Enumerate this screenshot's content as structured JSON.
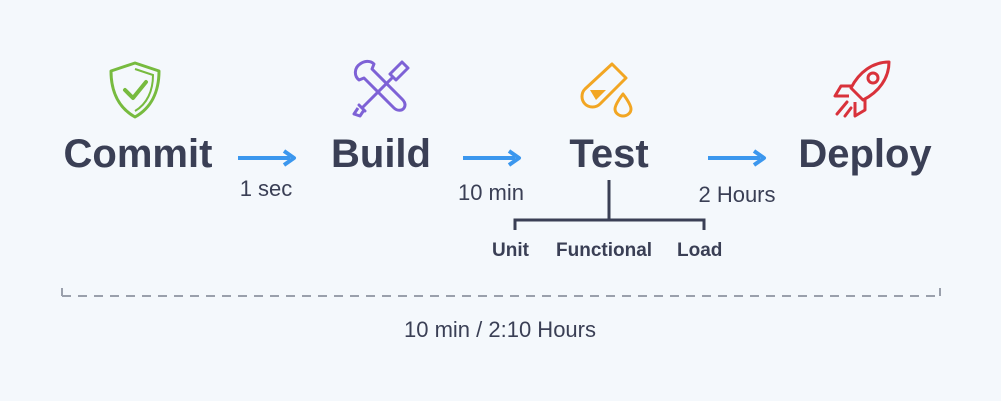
{
  "stages": [
    {
      "label": "Commit",
      "icon": "shield-check-icon",
      "color": "#77bb3f"
    },
    {
      "label": "Build",
      "icon": "tools-icon",
      "color": "#7e62d6"
    },
    {
      "label": "Test",
      "icon": "test-tube-icon",
      "color": "#f2a623"
    },
    {
      "label": "Deploy",
      "icon": "rocket-icon",
      "color": "#d9323b"
    }
  ],
  "durations": [
    "1 sec",
    "10 min",
    "2 Hours"
  ],
  "test_types": [
    "Unit",
    "Functional",
    "Load"
  ],
  "total": "10 min / 2:10 Hours",
  "colors": {
    "arrow": "#3b97ee",
    "text": "#3a3f55",
    "dashed": "#9aa0ac"
  }
}
